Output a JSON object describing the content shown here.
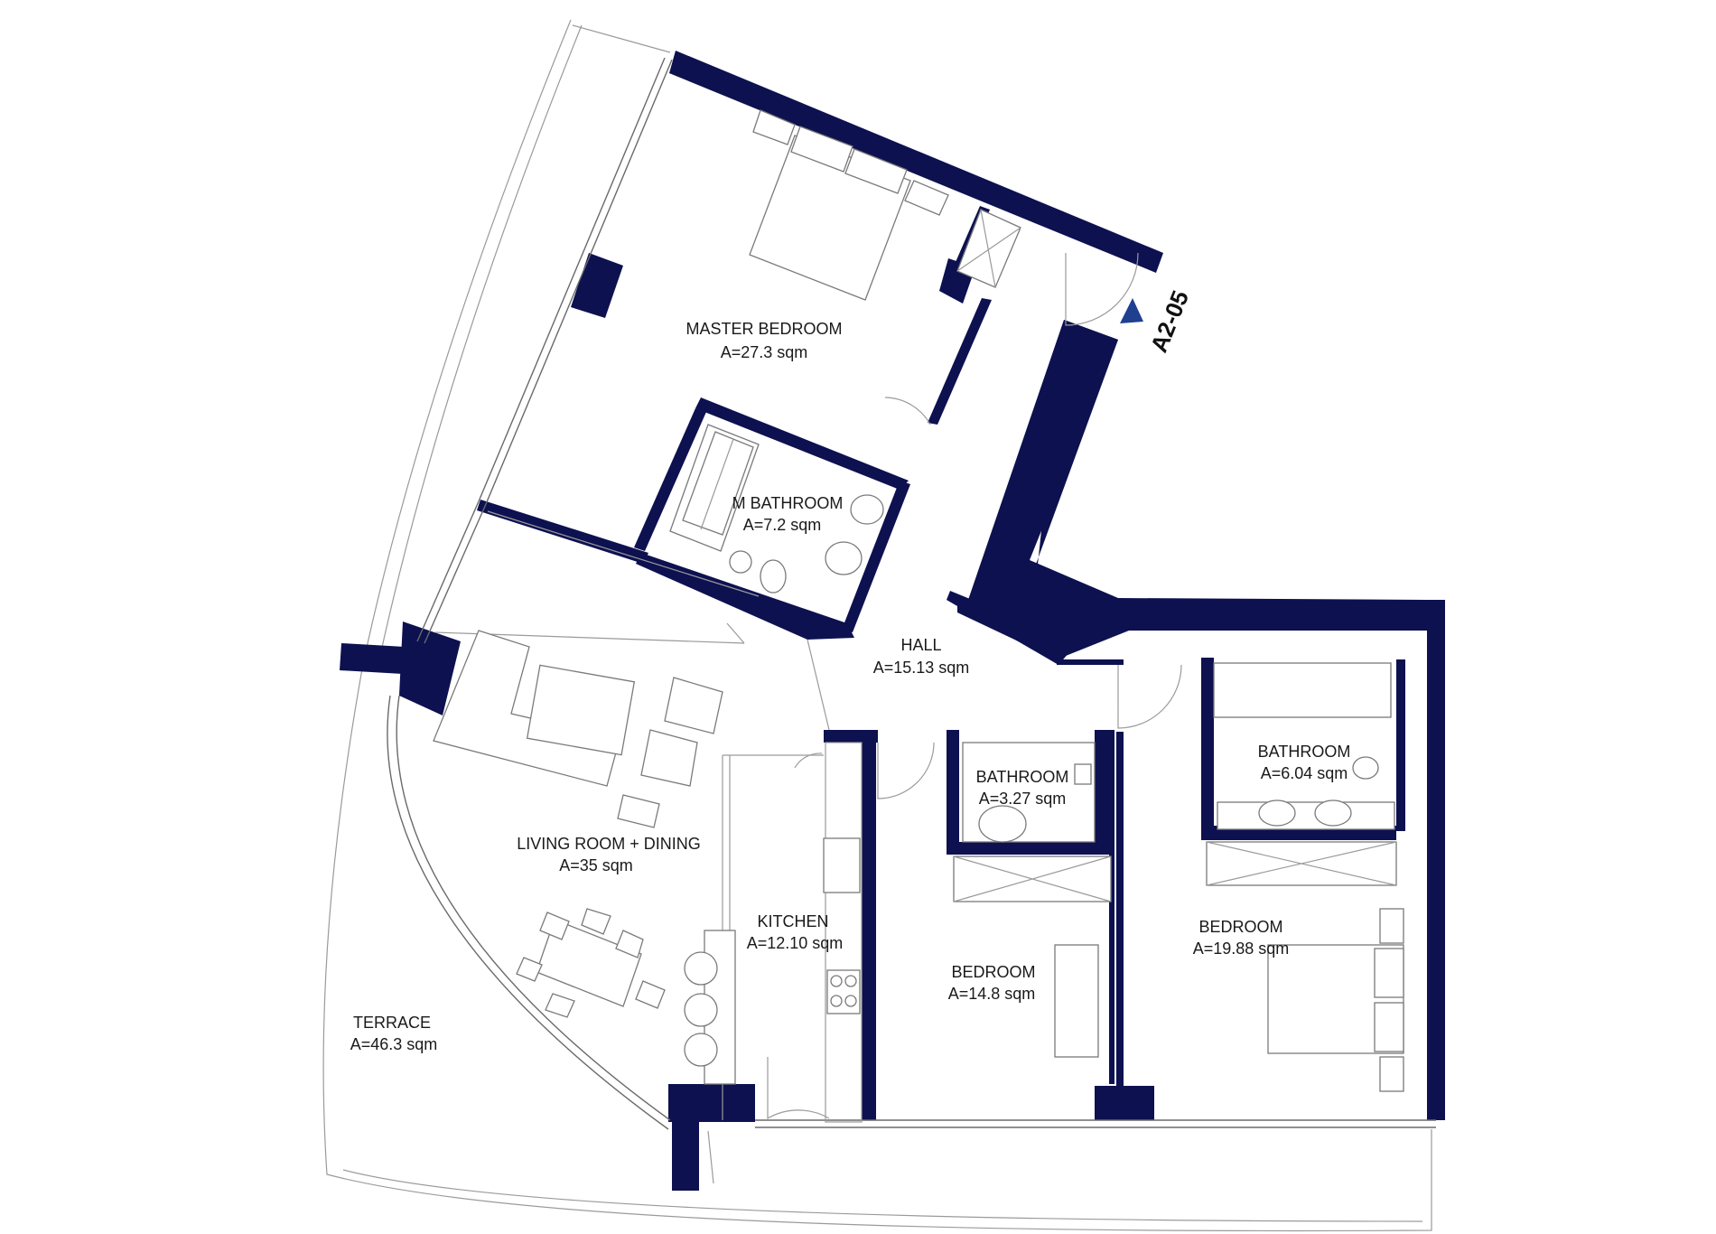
{
  "unit": {
    "code": "A2-05"
  },
  "colors": {
    "wall": "#0d1150",
    "marker": "#1f3f8f",
    "line": "#9a9a9a"
  },
  "rooms": [
    {
      "name": "MASTER BEDROOM",
      "area": "A=27.3 sqm"
    },
    {
      "name": "M BATHROOM",
      "area": "A=7.2 sqm"
    },
    {
      "name": "HALL",
      "area": "A=15.13 sqm"
    },
    {
      "name": "BATHROOM",
      "area": "A=3.27 sqm"
    },
    {
      "name": "BATHROOM",
      "area": "A=6.04 sqm"
    },
    {
      "name": "LIVING ROOM + DINING",
      "area": "A=35 sqm"
    },
    {
      "name": "KITCHEN",
      "area": "A=12.10 sqm"
    },
    {
      "name": "BEDROOM",
      "area": "A=14.8 sqm"
    },
    {
      "name": "BEDROOM",
      "area": "A=19.88 sqm"
    },
    {
      "name": "TERRACE",
      "area": "A=46.3 sqm"
    }
  ]
}
